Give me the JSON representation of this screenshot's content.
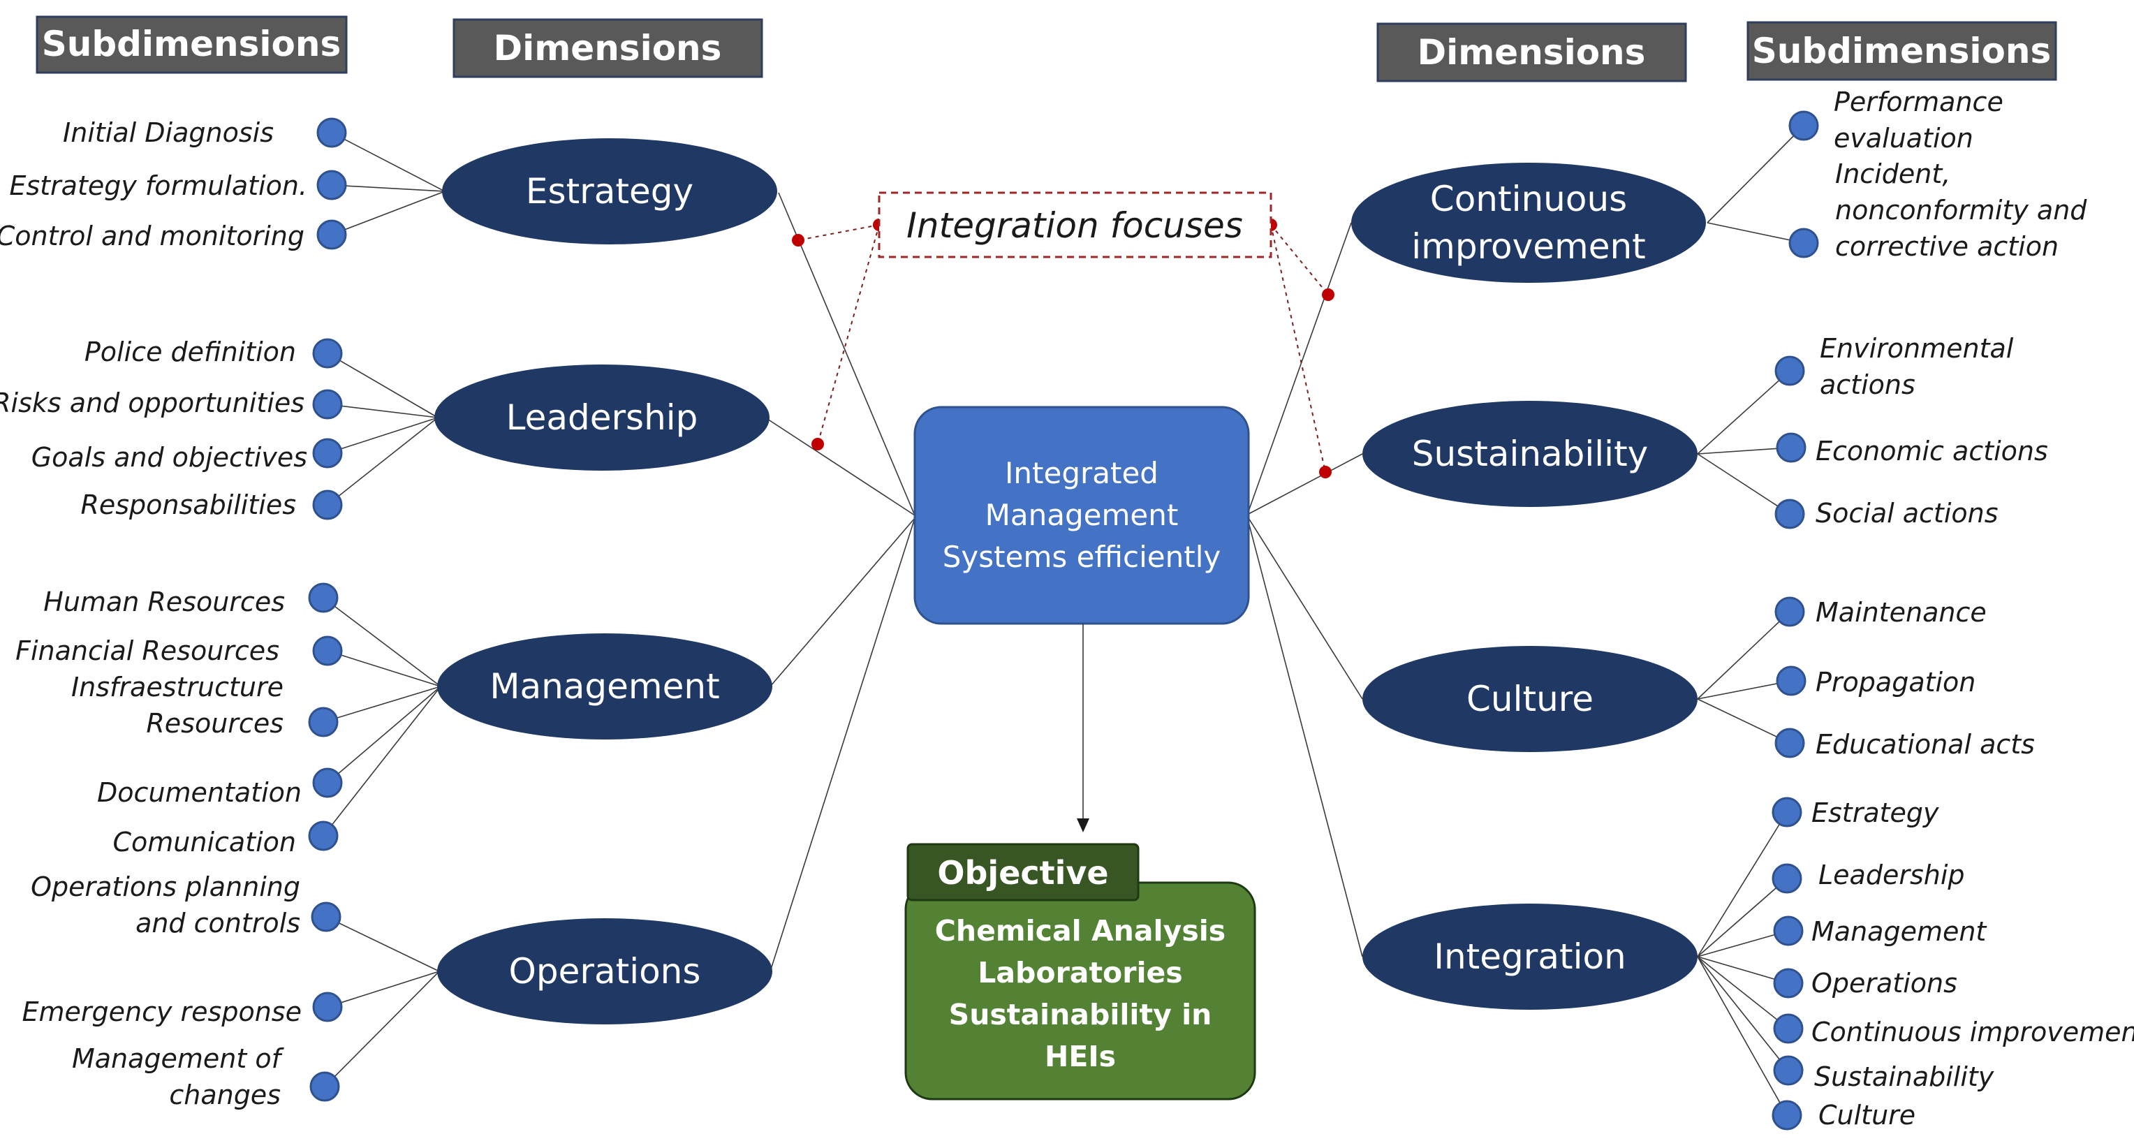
{
  "headers": {
    "left_sub": "Subdimensions",
    "left_dim": "Dimensions",
    "right_dim": "Dimensions",
    "right_sub": "Subdimensions"
  },
  "center": {
    "lines": [
      "Integrated",
      "Management",
      "Systems efficiently"
    ]
  },
  "focuses": "Integration focuses",
  "objective": {
    "tab": "Objective",
    "lines": [
      "Chemical Analysis",
      "Laboratories",
      "Sustainability in",
      "HEIs"
    ]
  },
  "left_dimensions": [
    {
      "name": [
        "Estrategy"
      ],
      "subs": [
        [
          "Initial Diagnosis"
        ],
        [
          "Estrategy formulation."
        ],
        [
          "Control and monitoring"
        ]
      ]
    },
    {
      "name": [
        "Leadership"
      ],
      "subs": [
        [
          "Police definition"
        ],
        [
          "Risks and opportunities"
        ],
        [
          "Goals and objectives"
        ],
        [
          "Responsabilities"
        ]
      ]
    },
    {
      "name": [
        "Management"
      ],
      "subs": [
        [
          "Human Resources"
        ],
        [
          "Financial Resources"
        ],
        [
          "Insfraestructure",
          "Resources"
        ],
        [
          "Documentation"
        ],
        [
          "Comunication"
        ]
      ]
    },
    {
      "name": [
        "Operations"
      ],
      "subs": [
        [
          "Operations planning",
          "and controls"
        ],
        [
          "Emergency response"
        ],
        [
          "Management of",
          "changes"
        ]
      ]
    }
  ],
  "right_dimensions": [
    {
      "name": [
        "Continuous",
        "improvement"
      ],
      "subs": [
        [
          "Performance",
          "evaluation"
        ],
        [
          "Incident,",
          "nonconformity and",
          "corrective action"
        ]
      ]
    },
    {
      "name": [
        "Sustainability"
      ],
      "subs": [
        [
          "Environmental",
          "actions"
        ],
        [
          "Economic actions"
        ],
        [
          "Social actions"
        ]
      ]
    },
    {
      "name": [
        "Culture"
      ],
      "subs": [
        [
          "Maintenance"
        ],
        [
          "Propagation"
        ],
        [
          "Educational acts"
        ]
      ]
    },
    {
      "name": [
        "Integration"
      ],
      "subs": [
        [
          "Estrategy"
        ],
        [
          "Leadership"
        ],
        [
          "Management"
        ],
        [
          "Operations"
        ],
        [
          "Continuous improvement"
        ],
        [
          "Sustainability"
        ],
        [
          "Culture"
        ]
      ]
    }
  ],
  "colors": {
    "header_fill": "#595959",
    "dimension_fill": "#1f3864",
    "dot_fill": "#4472c4",
    "center_fill": "#4472c4",
    "objective_tab": "#375623",
    "objective_body": "#548235",
    "focus_marker": "#c00000"
  },
  "icons": {
    "subdimension_marker": "circle-dot-icon",
    "focus_marker": "red-dot-icon"
  }
}
